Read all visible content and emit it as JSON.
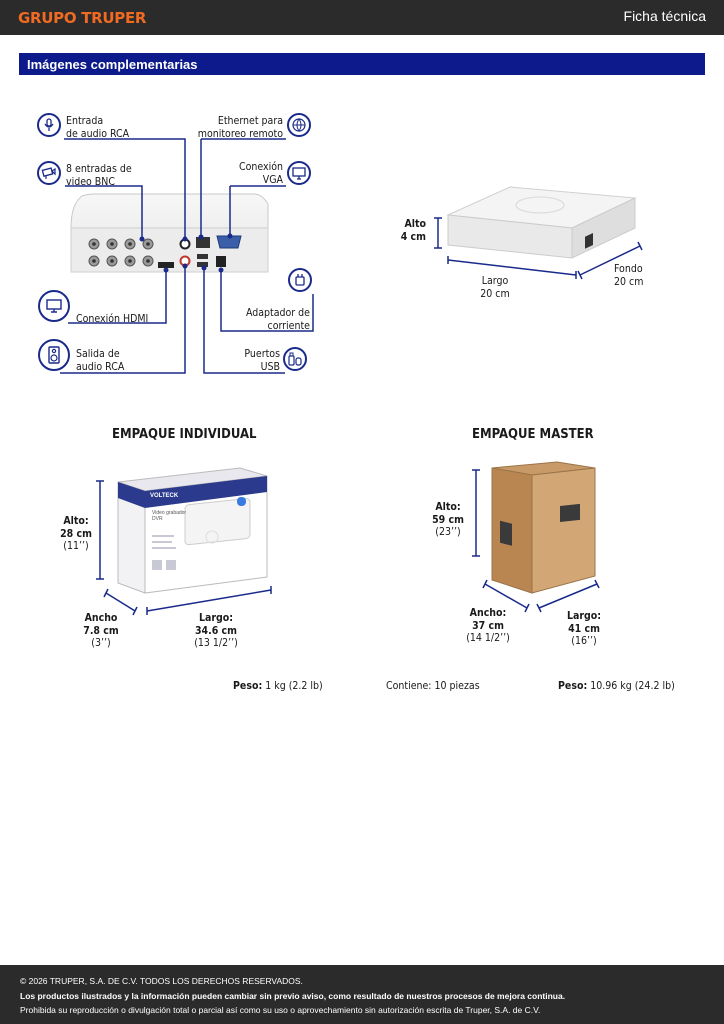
{
  "header": {
    "brand": "GRUPO TRUPER",
    "doc_type": "Ficha técnica"
  },
  "section": {
    "title": "Imágenes complementarias"
  },
  "dvr_back": {
    "labels": {
      "audio_in_1": "Entrada",
      "audio_in_2": "de audio RCA",
      "ethernet_1": "Ethernet para",
      "ethernet_2": "monitoreo remoto",
      "bnc_1": "8 entradas de",
      "bnc_2": "video BNC",
      "vga_1": "Conexión",
      "vga_2": "VGA",
      "hdmi": "Conexión HDMI",
      "power_1": "Adaptador de",
      "power_2": "corriente",
      "audio_out_1": "Salida de",
      "audio_out_2": "audio RCA",
      "usb_1": "Puertos",
      "usb_2": "USB"
    }
  },
  "dvr_dims": {
    "height_label": "Alto",
    "height_value": "4 cm",
    "length_label": "Largo",
    "length_value": "20 cm",
    "depth_label": "Fondo",
    "depth_value": "20 cm"
  },
  "individual": {
    "heading": "EMPAQUE INDIVIDUAL",
    "height_label": "Alto:",
    "height_value": "28 cm",
    "height_in": "(11’’)",
    "width_label": "Ancho",
    "width_value": "7.8 cm",
    "width_in": "(3’’)",
    "length_label": "Largo:",
    "length_value": "34.6 cm",
    "length_in": "(13 1/2’’)",
    "weight_label": "Peso:",
    "weight_value": "1 kg (2.2 lb)",
    "box_brand": "VOLTECK",
    "box_product": "Video grabador DVR"
  },
  "master": {
    "heading": "EMPAQUE MASTER",
    "height_label": "Alto:",
    "height_value": "59 cm",
    "height_in": "(23’’)",
    "width_label": "Ancho:",
    "width_value": "37 cm",
    "width_in": "(14 1/2’’)",
    "length_label": "Largo:",
    "length_value": "41 cm",
    "length_in": "(16’’)",
    "contains": "Contiene: 10 piezas",
    "weight_label": "Peso:",
    "weight_value": "10.96 kg (24.2 lb)"
  },
  "footer": {
    "line1": "© 2026 TRUPER, S.A. DE C.V. TODOS LOS DERECHOS RESERVADOS.",
    "line2": "Los productos ilustrados y la información pueden cambiar sin previo aviso, como resultado de nuestros procesos de mejora continua.",
    "line3": "Prohibida su reproducción o divulgación total o parcial así como su uso o aprovechamiento sin autorización escrita de Truper, S.A. de C.V."
  },
  "colors": {
    "brand_orange": "#f06a22",
    "section_blue": "#0d1a8c",
    "line_blue": "#1a2a8a",
    "bar_dark": "#2b2b2b"
  }
}
